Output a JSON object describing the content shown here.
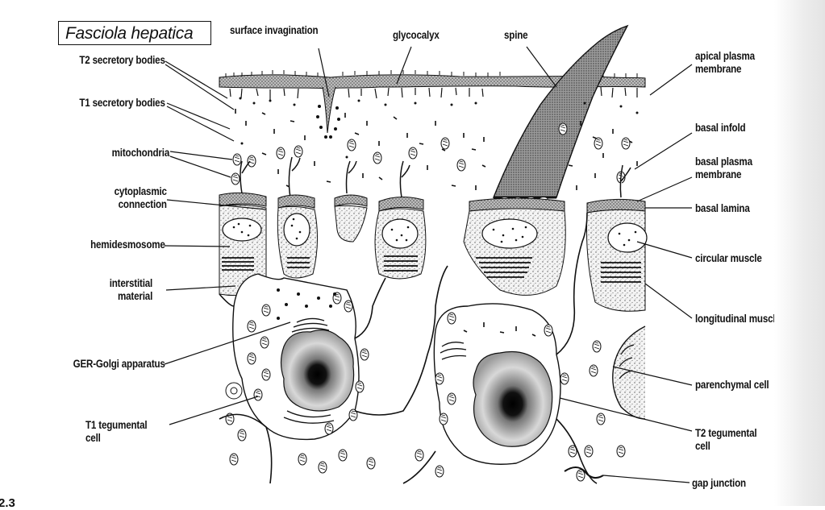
{
  "title": "Fasciola hepatica",
  "figure_number": "2.3",
  "labels": {
    "t2_secretory_bodies": "T2 secretory bodies",
    "t1_secretory_bodies": "T1  secretory bodies",
    "mitochondria": "mitochondria",
    "cytoplasmic_connection": "cytoplasmic\nconnection",
    "hemidesmosome": "hemidesmosome",
    "interstitial_material": "interstitial\nmaterial",
    "ger_golgi": "GER-Golgi apparatus",
    "t1_tegumental_cell": "T1 tegumental\ncell",
    "surface_invagination": "surface invagination",
    "glycocalyx": "glycocalyx",
    "spine": "spine",
    "apical_plasma_membrane": "apical plasma\nmembrane",
    "basal_infold": "basal infold",
    "basal_plasma_membrane": "basal plasma\nmembrane",
    "basal_lamina": "basal lamina",
    "circular_muscle": "circular muscle",
    "longitudinal_muscle": "longitudinal muscle",
    "parenchymal_cell": "parenchymal cell",
    "t2_tegumental_cell": "T2 tegumental\ncell",
    "gap_junction": "gap junction"
  },
  "colors": {
    "ink": "#111111",
    "stipple_fill": "#cfcfcf",
    "paper": "#ffffff"
  }
}
